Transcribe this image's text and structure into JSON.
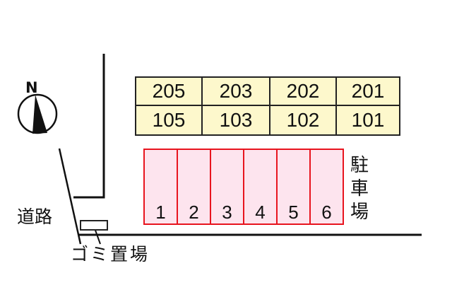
{
  "compass": {
    "label": "N",
    "icon": "north-arrow-icon"
  },
  "building": {
    "floors": [
      {
        "floor": 2,
        "units": [
          "205",
          "203",
          "202",
          "201"
        ]
      },
      {
        "floor": 1,
        "units": [
          "105",
          "103",
          "102",
          "101"
        ]
      }
    ],
    "fill_color": "#fdf8cc"
  },
  "parking": {
    "label": "駐車場",
    "spaces": [
      "1",
      "2",
      "3",
      "4",
      "5",
      "6"
    ],
    "border_color": "#e8141e",
    "fill_color": "#fde4ee"
  },
  "road": {
    "label": "道路"
  },
  "trash": {
    "label": "ゴミ置場"
  }
}
